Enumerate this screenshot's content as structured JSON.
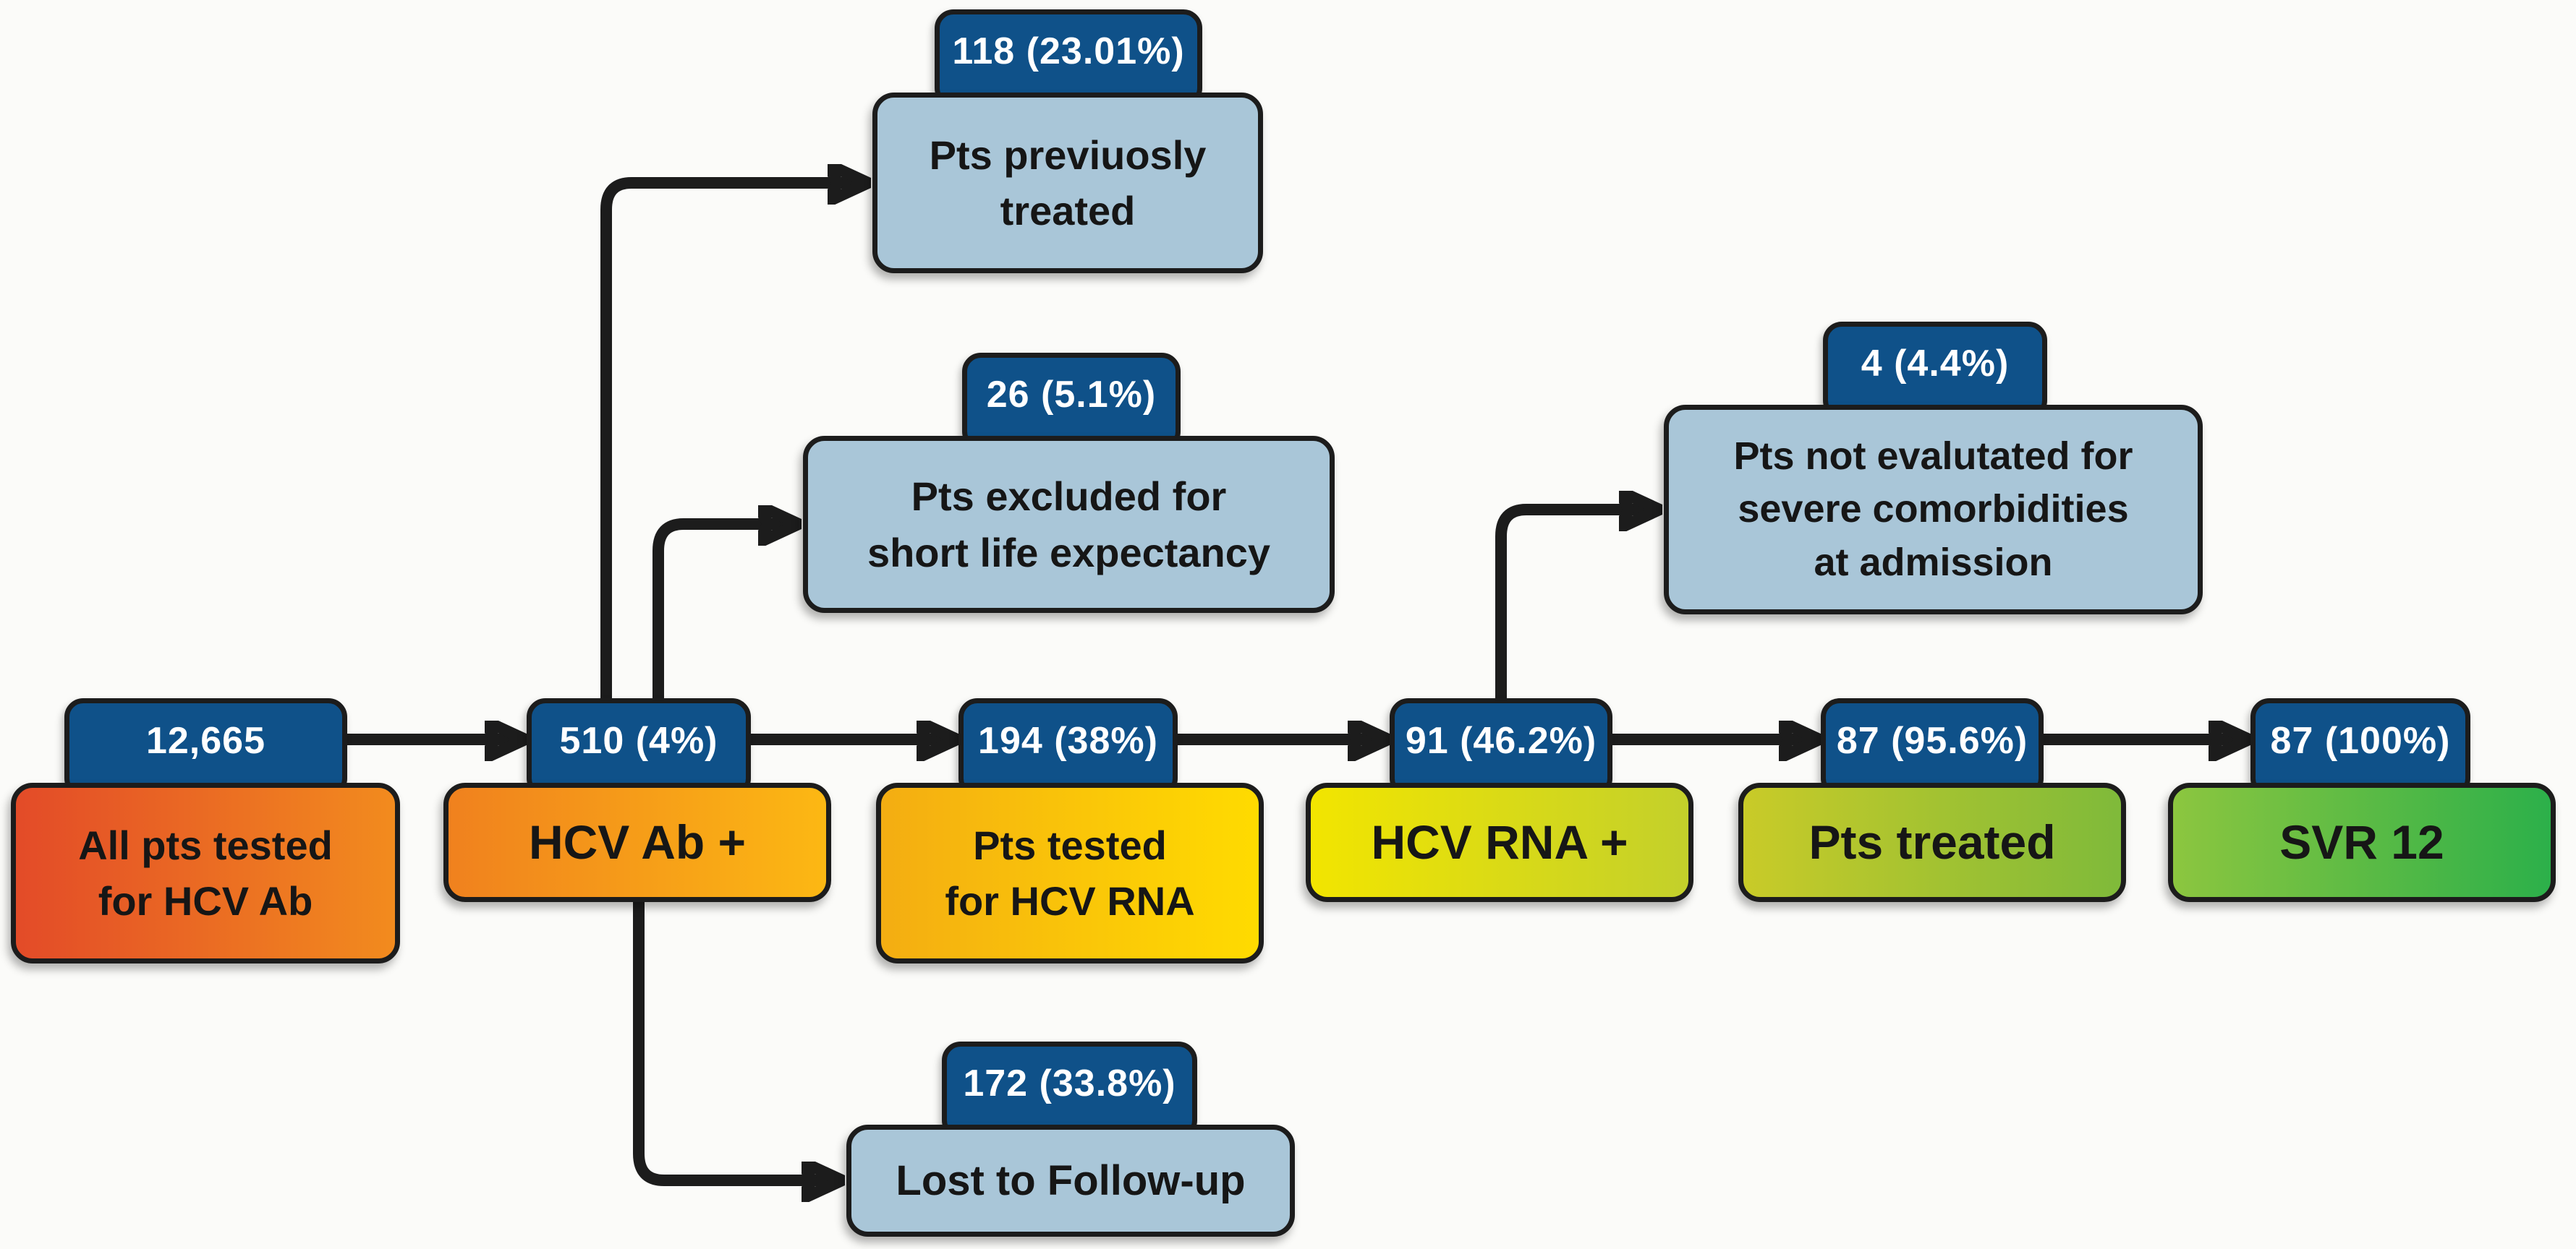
{
  "diagram": {
    "description": "HCV testing and treatment cascade flowchart",
    "palette": {
      "badge_bg": "#0f5189",
      "badge_text": "#ffffff",
      "node_border": "#1c1c1c",
      "connector": "#1c1c1c",
      "branch_fill": "#a9c6d8",
      "background": "#fbfbf9"
    },
    "nodes": {
      "all_pts": {
        "count": "12,665",
        "label": "All pts tested\nfor HCV Ab",
        "color_left": "#e34b28",
        "color_right": "#f28b1e"
      },
      "hcv_ab": {
        "count": "510 (4%)",
        "label": "HCV Ab +",
        "color_left": "#f0811e",
        "color_right": "#fcb813"
      },
      "tested_rna": {
        "count": "194 (38%)",
        "label": "Pts tested\nfor HCV RNA",
        "color_left": "#f4ad12",
        "color_right": "#ffdb00"
      },
      "hcv_rna": {
        "count": "91 (46.2%)",
        "label": "HCV RNA +",
        "color_left": "#f2e500",
        "color_right": "#c3d02b"
      },
      "treated": {
        "count": "87 (95.6%)",
        "label": "Pts treated",
        "color_left": "#c9cb28",
        "color_right": "#7fba3a"
      },
      "svr12": {
        "count": "87 (100%)",
        "label": "SVR 12",
        "color_left": "#8cc63f",
        "color_right": "#2cb04a"
      },
      "prev_treated": {
        "count": "118 (23.01%)",
        "label": "Pts previuosly\ntreated",
        "color_left": "#a9c6d8",
        "color_right": "#a9c6d8"
      },
      "excluded": {
        "count": "26 (5.1%)",
        "label": "Pts excluded for\nshort life expectancy",
        "color_left": "#a9c6d8",
        "color_right": "#a9c6d8"
      },
      "comorbidities": {
        "count": "4 (4.4%)",
        "label": "Pts not evalutated for\nsevere comorbidities\nat admission",
        "color_left": "#a9c6d8",
        "color_right": "#a9c6d8"
      },
      "lost": {
        "count": "172 (33.8%)",
        "label": "Lost to Follow-up",
        "color_left": "#a9c6d8",
        "color_right": "#a9c6d8"
      }
    },
    "edges": [
      {
        "from": "all_pts",
        "to": "hcv_ab"
      },
      {
        "from": "hcv_ab",
        "to": "prev_treated"
      },
      {
        "from": "hcv_ab",
        "to": "excluded"
      },
      {
        "from": "hcv_ab",
        "to": "tested_rna"
      },
      {
        "from": "hcv_ab",
        "to": "lost"
      },
      {
        "from": "tested_rna",
        "to": "hcv_rna"
      },
      {
        "from": "hcv_rna",
        "to": "comorbidities"
      },
      {
        "from": "hcv_rna",
        "to": "treated"
      },
      {
        "from": "treated",
        "to": "svr12"
      }
    ]
  }
}
